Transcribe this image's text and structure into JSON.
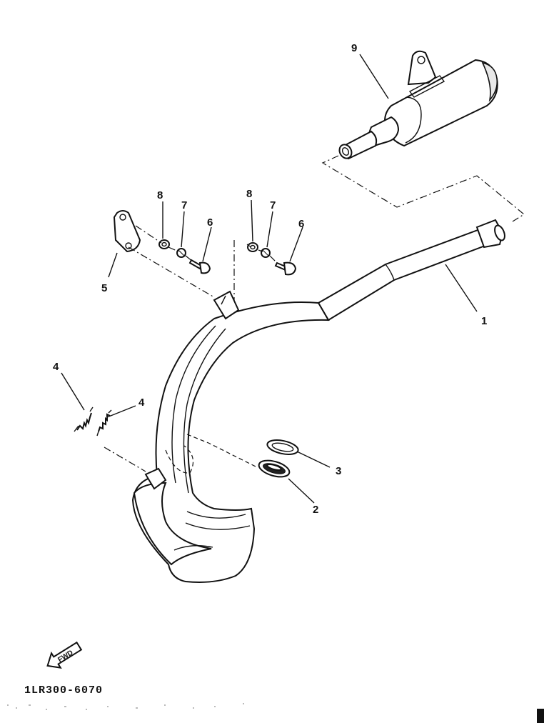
{
  "callouts": {
    "c1": "1",
    "c2": "2",
    "c3": "3",
    "c4a": "4",
    "c4b": "4",
    "c5": "5",
    "c6a": "6",
    "c6b": "6",
    "c7a": "7",
    "c7b": "7",
    "c8a": "8",
    "c8b": "8",
    "c9": "9"
  },
  "fwd_label": "FWD",
  "diagram_code": "1LR300-6070"
}
